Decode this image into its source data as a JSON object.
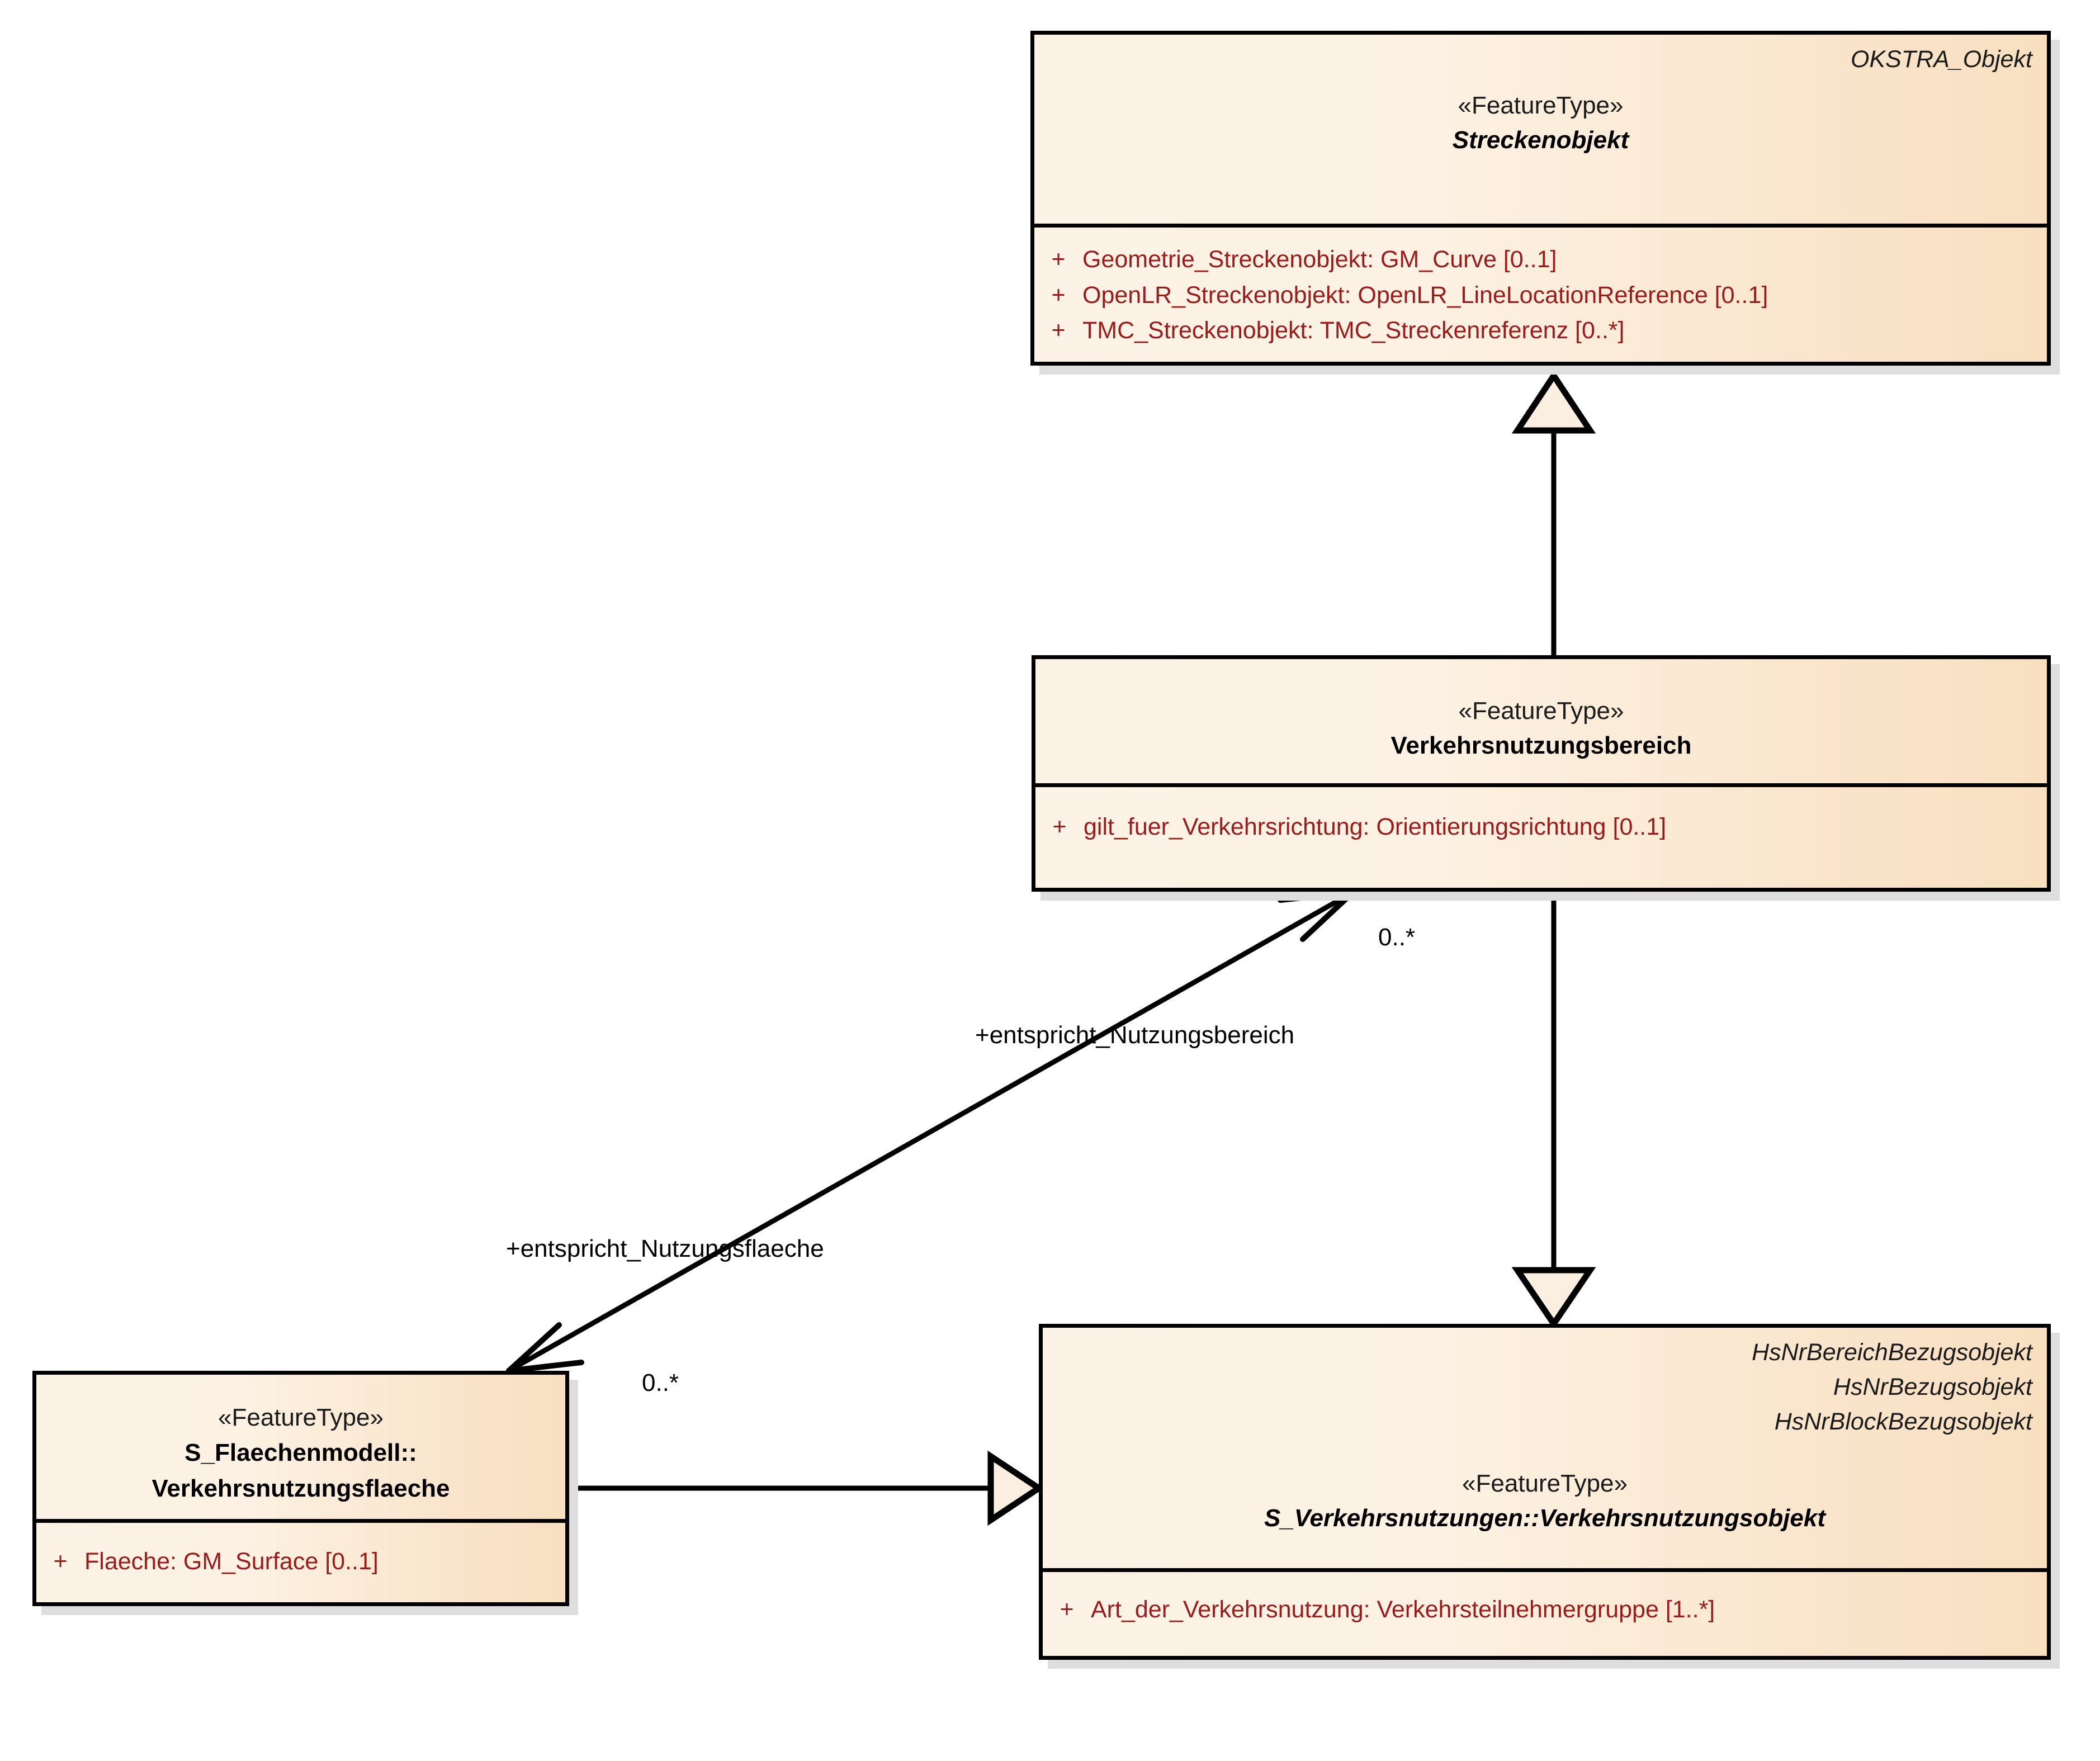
{
  "diagram": {
    "title": "OKSTRA Verkehrsnutzungsbereich UML class diagram",
    "stereotype_label": "«FeatureType»",
    "visibility_public": "+",
    "colors": {
      "class_fill_light": "#FCF3E6",
      "class_fill_dark": "#F8DFC0",
      "class_border": "#000000",
      "attribute_text": "#9B1B1B",
      "class_name_text": "#000000",
      "shadow": "#DEDEDE",
      "background": "#FFFFFF"
    }
  },
  "classes": {
    "streckenobjekt": {
      "supertypes": [
        "OKSTRA_Objekt"
      ],
      "stereotype": "«FeatureType»",
      "name": "Streckenobjekt",
      "abstract": true,
      "attributes": [
        {
          "visibility": "+",
          "text": "Geometrie_Streckenobjekt: GM_Curve [0..1]"
        },
        {
          "visibility": "+",
          "text": "OpenLR_Streckenobjekt: OpenLR_LineLocationReference [0..1]"
        },
        {
          "visibility": "+",
          "text": "TMC_Streckenobjekt: TMC_Streckenreferenz [0..*]"
        }
      ]
    },
    "verkehrsnutzungsbereich": {
      "supertypes": [],
      "stereotype": "«FeatureType»",
      "name": "Verkehrsnutzungsbereich",
      "abstract": false,
      "attributes": [
        {
          "visibility": "+",
          "text": "gilt_fuer_Verkehrsrichtung: Orientierungsrichtung [0..1]"
        }
      ]
    },
    "verkehrsnutzungsobjekt": {
      "supertypes": [
        "HsNrBereichBezugsobjekt",
        "HsNrBezugsobjekt",
        "HsNrBlockBezugsobjekt"
      ],
      "stereotype": "«FeatureType»",
      "name": "S_Verkehrsnutzungen::Verkehrsnutzungsobjekt",
      "abstract": true,
      "attributes": [
        {
          "visibility": "+",
          "text": "Art_der_Verkehrsnutzung: Verkehrsteilnehmergruppe [1..*]"
        }
      ]
    },
    "verkehrsnutzungsflaeche": {
      "supertypes": [],
      "stereotype": "«FeatureType»",
      "name_line1": "S_Flaechenmodell::",
      "name_line2": "Verkehrsnutzungsflaeche",
      "abstract": false,
      "attributes": [
        {
          "visibility": "+",
          "text": "Flaeche: GM_Surface [0..1]"
        }
      ]
    }
  },
  "connectors": {
    "generalization_bereich_to_streckenobjekt": {
      "type": "generalization",
      "from": "Verkehrsnutzungsbereich",
      "to": "Streckenobjekt"
    },
    "generalization_bereich_to_nutzungsobjekt": {
      "type": "generalization",
      "from": "Verkehrsnutzungsbereich",
      "to": "S_Verkehrsnutzungen::Verkehrsnutzungsobjekt"
    },
    "generalization_flaeche_to_nutzungsobjekt": {
      "type": "generalization",
      "from": "S_Flaechenmodell::Verkehrsnutzungsflaeche",
      "to": "S_Verkehrsnutzungen::Verkehrsnutzungsobjekt"
    },
    "association_bereich_flaeche": {
      "type": "association",
      "role_target_end": "+entspricht_Nutzungsbereich",
      "multiplicity_target_end": "0..*",
      "role_source_end": "+entspricht_Nutzungsflaeche",
      "multiplicity_source_end": "0..*"
    }
  }
}
